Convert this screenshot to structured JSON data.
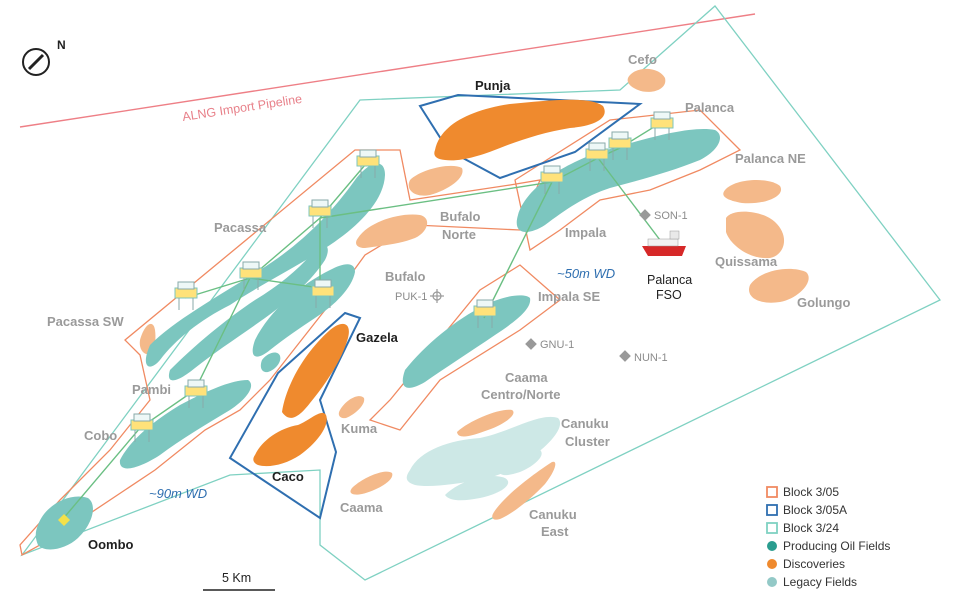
{
  "pipeline": {
    "label": "ALNG Import Pipeline"
  },
  "compass": {
    "north": "N"
  },
  "producing_fields": [
    "Pacassa",
    "Pacassa SW",
    "Pambi",
    "Cobo",
    "Bufalo",
    "Impala",
    "Impala SE",
    "Palanca",
    "Oombo"
  ],
  "discoveries": [
    "Punja",
    "Gazela",
    "Caco"
  ],
  "legacy_fields": [
    "Cefo",
    "Palanca NE",
    "Quissama",
    "Golungo",
    "Bufalo Norte",
    "Kuma",
    "Caama",
    "Caama Centro/Norte",
    "Canuku Cluster",
    "Canuku East"
  ],
  "labels": {
    "punja": "Punja",
    "cefo": "Cefo",
    "palanca": "Palanca",
    "palanca_ne": "Palanca NE",
    "pacassa": "Pacassa",
    "bufalo_norte_1": "Bufalo",
    "bufalo_norte_2": "Norte",
    "impala": "Impala",
    "quissama": "Quissama",
    "golungo": "Golungo",
    "bufalo": "Bufalo",
    "pacassa_sw": "Pacassa SW",
    "impala_se": "Impala SE",
    "gazela": "Gazela",
    "pambi": "Pambi",
    "caama_cn_1": "Caama",
    "caama_cn_2": "Centro/Norte",
    "cobo": "Cobo",
    "kuma": "Kuma",
    "canuku_cluster_1": "Canuku",
    "canuku_cluster_2": "Cluster",
    "caco": "Caco",
    "caama": "Caama",
    "canuku_east_1": "Canuku",
    "canuku_east_2": "East",
    "oombo": "Oombo",
    "wd_50": "~50m WD",
    "wd_90": "~90m WD",
    "fso_1": "Palanca",
    "fso_2": "FSO"
  },
  "wells": [
    "SON-1",
    "PUK-1",
    "GNU-1",
    "NUN-1"
  ],
  "legend": [
    {
      "label": "Block 3/05",
      "kind": "square-outline",
      "color": "#f08a62"
    },
    {
      "label": "Block 3/05A",
      "kind": "square-outline",
      "color": "#2f6fb0"
    },
    {
      "label": "Block 3/24",
      "kind": "square-outline",
      "color": "#7fd1c2"
    },
    {
      "label": "Producing Oil Fields",
      "kind": "dot",
      "color": "#2a9d8f"
    },
    {
      "label": "Discoveries",
      "kind": "dot",
      "color": "#ef8a2e"
    },
    {
      "label": "Legacy Fields",
      "kind": "dot",
      "color": "#93c9c7"
    }
  ],
  "scale": {
    "label": "5 Km"
  },
  "colors": {
    "producing": "#7cc6bf",
    "discovery": "#ef8a2e",
    "legacy_orange": "#f4b98a",
    "legacy_teal": "#cde8e6",
    "block_305": "#f08a62",
    "block_305a": "#2f6fb0",
    "block_324": "#7fd1c2",
    "pipeline": "#ee7f86",
    "flowline": "#6bbf83"
  }
}
